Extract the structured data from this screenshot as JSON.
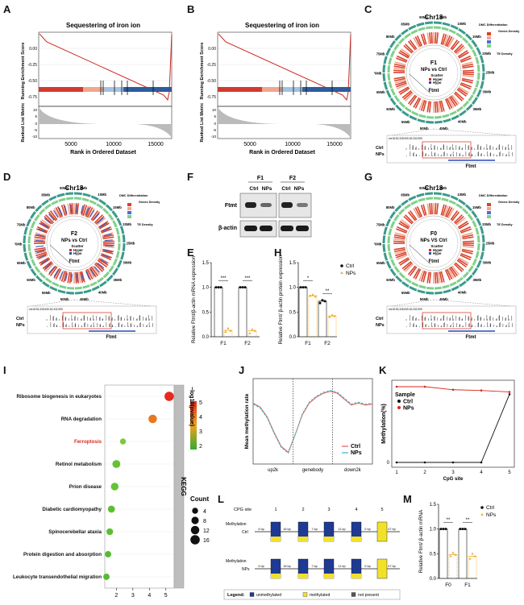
{
  "panel_labels": [
    "A",
    "B",
    "C",
    "D",
    "E",
    "F",
    "G",
    "H",
    "I",
    "J",
    "K",
    "L",
    "M"
  ],
  "panelA": {
    "title": "Sequestering of iron ion",
    "ylabel1": "Running Enrichment Score",
    "ylabel2": "Ranked List Metric",
    "xlabel": "Rank in Ordered Dataset",
    "yticks_es": [
      "0.00",
      "-0.25",
      "-0.50",
      "-0.75"
    ],
    "yticks_metric": [
      "10",
      "5",
      "0",
      "-5",
      "-10"
    ],
    "xticks": [
      "5000",
      "10000",
      "15000"
    ]
  },
  "panelB": {
    "title": "Sequestering of iron ion",
    "ylabel1": "Running Enrichment Score",
    "ylabel2": "Ranked List Metric",
    "xlabel": "Rank in Ordered Dataset",
    "yticks_es": [
      "0.00",
      "-0.25",
      "-0.50",
      "-0.75"
    ],
    "yticks_metric": [
      "10",
      "5",
      "0",
      "-5",
      "-10"
    ],
    "xticks": [
      "5000",
      "10000",
      "15000"
    ]
  },
  "circos": [
    {
      "id": "C",
      "chr": "Chr18",
      "center1": "F1",
      "center2": "NPs vs Ctrl",
      "scatter": "Scatter",
      "hyper": "Hyper",
      "hypo": "Hypo",
      "gene": "Ftmt",
      "legend": [
        "DMC Differentiation",
        "Genes Density",
        "TE Density"
      ],
      "track_rows": [
        "Ctrl",
        "NPs"
      ],
      "track_gene": "Ftmt",
      "track_locus": "chr18:52,328,949-52,332,909"
    },
    {
      "id": "D",
      "chr": "Chr18",
      "center1": "F2",
      "center2": "NPs vs Ctrl",
      "scatter": "Scatter",
      "hyper": "Hyper",
      "hypo": "Hypo",
      "gene": "Ftmt",
      "legend": [
        "DMC Differentiation",
        "Genes Density",
        "TE Density"
      ],
      "track_rows": [
        "Ctrl",
        "NPs"
      ],
      "track_gene": "Ftmt",
      "track_locus": "chr18:52,328,949-52,332,909"
    },
    {
      "id": "H",
      "chr": "Chr18",
      "center1": "F0",
      "center2": "NPs VS Ctrl",
      "scatter": "Scatter",
      "hyper": "Hyper",
      "hypo": "Hypo",
      "gene": "Ftmt",
      "legend": [
        "DMC Differentiation",
        "Genes Density",
        "TE Density"
      ],
      "track_rows": [
        "Ctrl",
        "NPs"
      ],
      "track_gene": "Ftmt",
      "track_locus": "chr18:52,328,949-52,332,909"
    }
  ],
  "circos_mb": [
    "5Mb",
    "10Mb",
    "15Mb",
    "20Mb",
    "25Mb",
    "30Mb",
    "35Mb",
    "40Mb",
    "45Mb",
    "50Mb",
    "55Mb",
    "60Mb",
    "65Mb",
    "70Mb",
    "75Mb",
    "80Mb",
    "85Mb",
    "90Mb"
  ],
  "panelF": {
    "groups": [
      "F1",
      "F2"
    ],
    "lanes": [
      "Ctrl",
      "NPs",
      "Ctrl",
      "NPs"
    ],
    "rows": [
      "Ftmt",
      "β-actin"
    ]
  },
  "colors": {
    "ctrl": "#111111",
    "nps": "#f5a623",
    "gsea_line": "#cc2a1e",
    "heat_low": "#33aa33",
    "heat_high": "#e62a1e",
    "kegg_bar": "#bdbdbd",
    "unmeth": "#1f3a93",
    "meth": "#f2e12b"
  },
  "chart_data": [
    {
      "id": "E",
      "type": "bar",
      "ylabel": "Relative Ftmt/β-actin mRNA expression",
      "categories": [
        "F1",
        "F2"
      ],
      "yticks": [
        "0.0",
        "0.5",
        "1.0",
        "1.5"
      ],
      "ylim": [
        0,
        1.5
      ],
      "significance": [
        "***",
        "***"
      ],
      "series": [
        {
          "name": "Ctrl",
          "values": [
            1.0,
            1.0
          ],
          "points": [
            [
              1.0,
              1.0,
              1.0
            ],
            [
              1.0,
              1.0,
              1.0
            ]
          ]
        },
        {
          "name": "NPs",
          "values": [
            0.13,
            0.12
          ],
          "points": [
            [
              0.1,
              0.17,
              0.12
            ],
            [
              0.07,
              0.15,
              0.12
            ]
          ]
        }
      ]
    },
    {
      "id": "G",
      "type": "bar",
      "ylabel": "Relative Ftmt/ β-actin protein expression",
      "categories": [
        "F1",
        "F2"
      ],
      "yticks": [
        "0.0",
        "0.5",
        "1.0",
        "1.5"
      ],
      "ylim": [
        0,
        1.5
      ],
      "significance": [
        "*",
        "**"
      ],
      "legend": [
        "Ctrl",
        "NPs"
      ],
      "series": [
        {
          "name": "Ctrl",
          "values": [
            1.0,
            0.72
          ],
          "points": [
            [
              1.0,
              1.0,
              1.0
            ],
            [
              0.68,
              0.74,
              0.72
            ]
          ]
        },
        {
          "name": "NPs",
          "values": [
            0.83,
            0.42
          ],
          "points": [
            [
              0.83,
              0.85,
              0.81
            ],
            [
              0.4,
              0.44,
              0.42
            ]
          ]
        }
      ]
    },
    {
      "id": "I",
      "type": "scatter",
      "ylabel": "",
      "xlabel": "",
      "side_label": "KEGG",
      "xticks": [
        "2",
        "3",
        "4",
        "5"
      ],
      "xlim": [
        1.3,
        5.5
      ],
      "colorbar_title": "−log10(pvalue)",
      "colorbar_ticks": [
        "5",
        "4",
        "3",
        "2"
      ],
      "size_title": "Count",
      "size_ticks": [
        "4",
        "8",
        "12",
        "16"
      ],
      "terms": [
        {
          "name": "Ribosome biogenesis in eukaryotes",
          "x": 5.2,
          "count": 16,
          "color": "#e62a1e",
          "highlight": false
        },
        {
          "name": "RNA degradation",
          "x": 4.2,
          "count": 12,
          "color": "#e8771e",
          "highlight": false
        },
        {
          "name": "Ferroptosis",
          "x": 2.4,
          "count": 4,
          "color": "#7ec93a",
          "highlight": true
        },
        {
          "name": "Retinol metabolism",
          "x": 2.0,
          "count": 10,
          "color": "#66c233",
          "highlight": false
        },
        {
          "name": "Prion disease",
          "x": 1.9,
          "count": 9,
          "color": "#66c233",
          "highlight": false
        },
        {
          "name": "Diabetic cardiomyopathy",
          "x": 1.7,
          "count": 7,
          "color": "#5cbf33",
          "highlight": false
        },
        {
          "name": "Spinocerebellar ataxia",
          "x": 1.6,
          "count": 6,
          "color": "#5cbf33",
          "highlight": false
        },
        {
          "name": "Protein digestion and absorption",
          "x": 1.5,
          "count": 5,
          "color": "#55bb33",
          "highlight": false
        },
        {
          "name": "Leukocyte transendothelial migration",
          "x": 1.4,
          "count": 5,
          "color": "#55bb33",
          "highlight": false
        }
      ]
    },
    {
      "id": "J",
      "type": "line",
      "ylabel": "Mean methylation rate",
      "xticks": [
        "up2k",
        "genebody",
        "down2k"
      ],
      "legend": [
        "Ctrl",
        "NPs"
      ],
      "series": [
        {
          "name": "Ctrl",
          "color": "#e05a4f",
          "values": [
            0.62,
            0.58,
            0.48,
            0.32,
            0.18,
            0.12,
            0.3,
            0.5,
            0.62,
            0.68,
            0.72,
            0.74,
            0.72,
            0.66,
            0.6,
            0.62,
            0.6,
            0.61
          ]
        },
        {
          "name": "NPs",
          "color": "#3ab8c8",
          "values": [
            0.61,
            0.57,
            0.47,
            0.31,
            0.17,
            0.11,
            0.3,
            0.51,
            0.63,
            0.69,
            0.73,
            0.75,
            0.73,
            0.67,
            0.61,
            0.63,
            0.61,
            0.62
          ]
        }
      ]
    },
    {
      "id": "K",
      "type": "line",
      "ylabel": "Methylation(%)",
      "xlabel": "CpG site",
      "xticks": [
        "1",
        "2",
        "3",
        "4",
        "5"
      ],
      "legend_title": "Sample",
      "legend": [
        "Ctrl",
        "NPs"
      ],
      "ytick": "0",
      "series": [
        {
          "name": "Ctrl",
          "color": "#111111",
          "values": [
            0,
            0,
            0,
            0,
            90
          ]
        },
        {
          "name": "NPs",
          "color": "#d62a1e",
          "values": [
            100,
            100,
            96,
            95,
            93
          ]
        }
      ]
    },
    {
      "id": "M",
      "type": "bar",
      "ylabel": "Relative Ftmt/ β-actin mRNA",
      "categories": [
        "F0",
        "F1"
      ],
      "yticks": [
        "0.0",
        "0.5",
        "1.0",
        "1.5"
      ],
      "ylim": [
        0,
        1.5
      ],
      "significance": [
        "**",
        "**"
      ],
      "legend": [
        "Ctrl",
        "NPs"
      ],
      "series": [
        {
          "name": "Ctrl",
          "values": [
            1.0,
            1.0
          ],
          "points": [
            [
              1.0,
              1.0,
              1.0
            ],
            [
              1.0,
              1.0,
              1.0
            ]
          ]
        },
        {
          "name": "NPs",
          "values": [
            0.48,
            0.45
          ],
          "points": [
            [
              0.45,
              0.52,
              0.48
            ],
            [
              0.4,
              0.5,
              0.45
            ]
          ]
        }
      ]
    }
  ],
  "panelL": {
    "cpg_label": "CPG site",
    "sites": [
      "1",
      "2",
      "3",
      "4",
      "5"
    ],
    "rows": [
      {
        "label1": "Methylation",
        "label2": "Ctrl",
        "gaps": [
          "4 bp",
          "16 bp",
          "7 bp",
          "11 bp",
          "0 bp",
          "47 bp"
        ],
        "states": [
          "u",
          "u",
          "u",
          "u",
          "m"
        ]
      },
      {
        "label1": "Methylation",
        "label2": "NPs",
        "gaps": [
          "4 bp",
          "16 bp",
          "7 bp",
          "11 bp",
          "0 bp",
          "47 bp"
        ],
        "states": [
          "u",
          "u",
          "u",
          "u",
          "m"
        ]
      }
    ],
    "legend_title": "Legend:",
    "legend": [
      "unmethylated",
      "methylated",
      "not present"
    ]
  }
}
